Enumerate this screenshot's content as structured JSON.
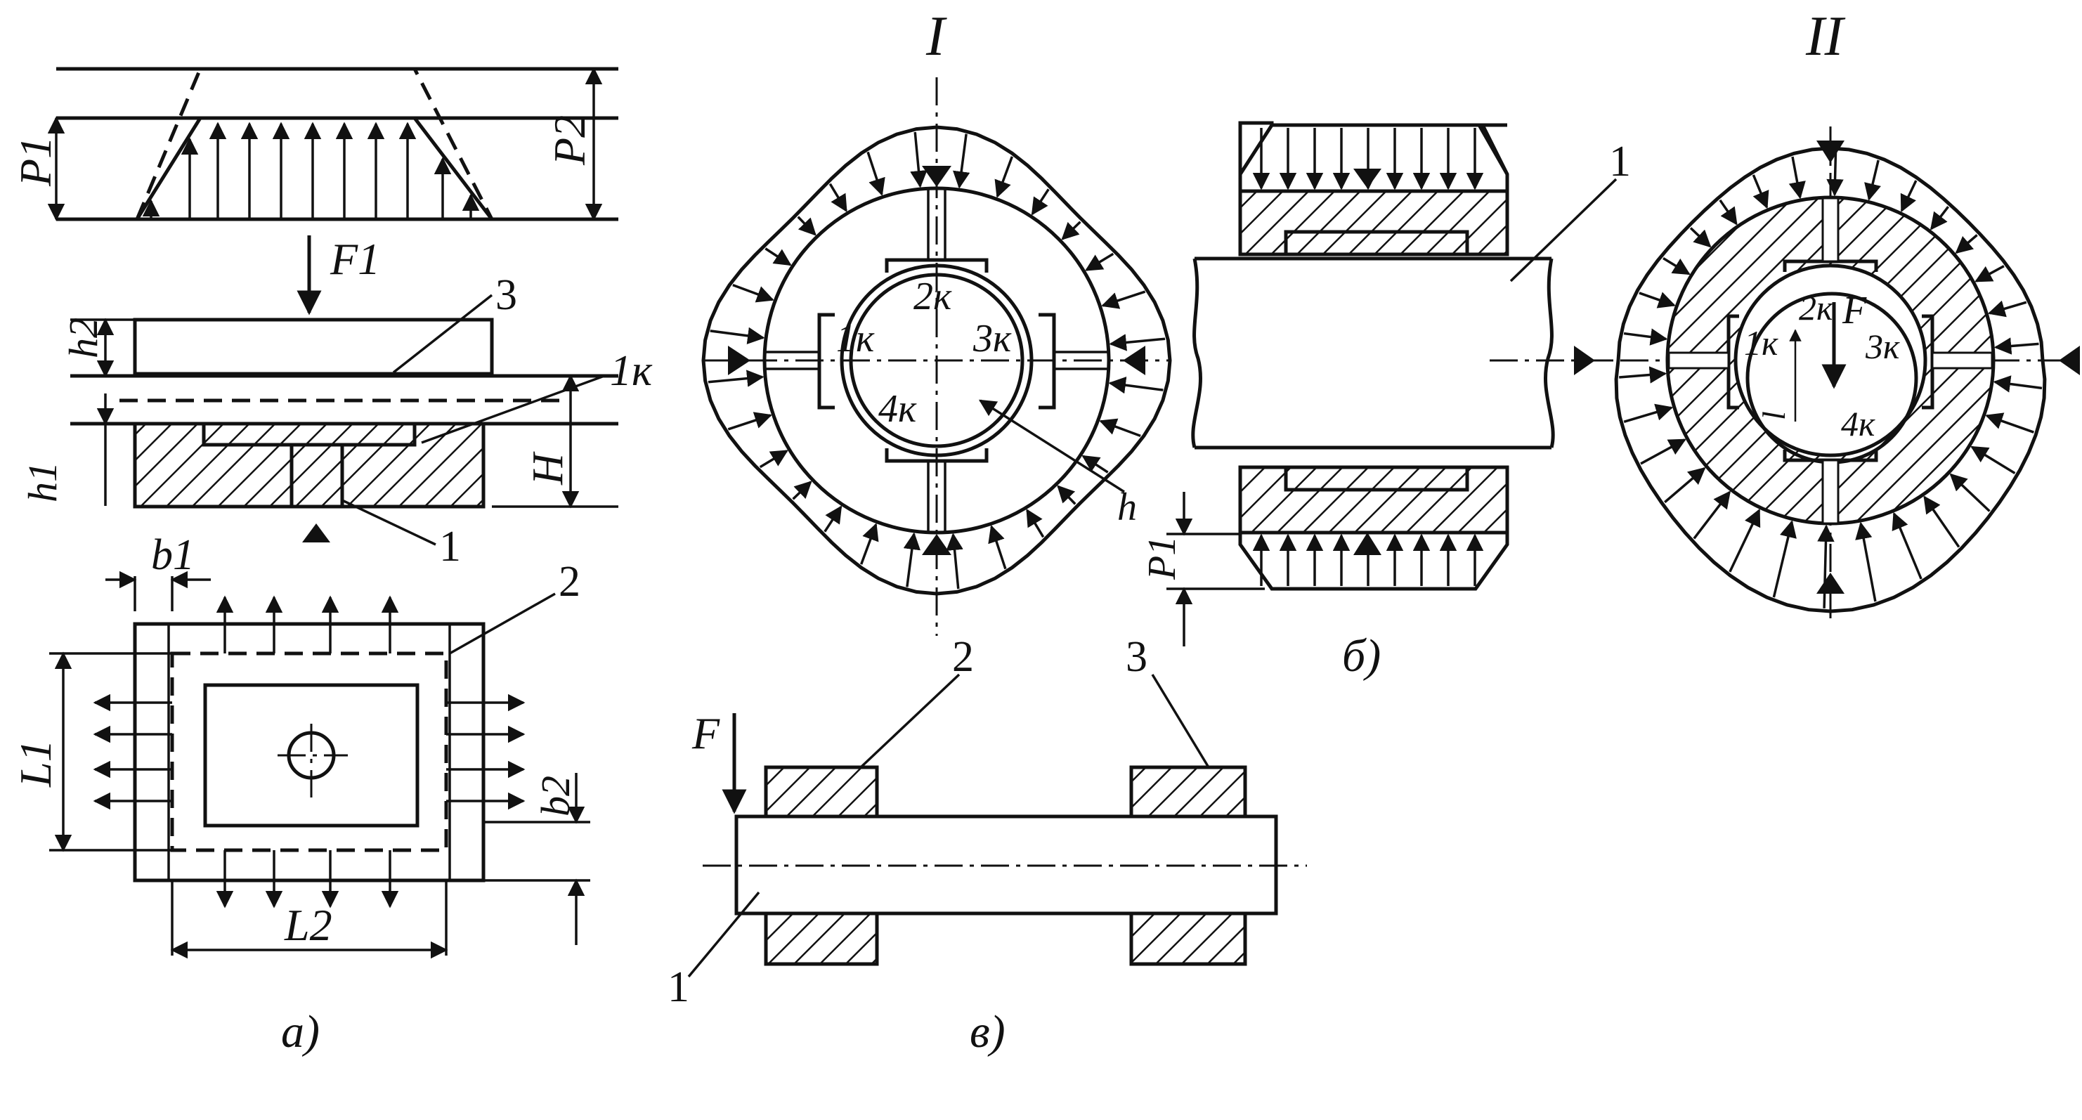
{
  "views": {
    "section_I": "I",
    "section_II": "II",
    "caption_a": "а)",
    "caption_b": "б)",
    "caption_v": "в)"
  },
  "labels_a": {
    "P1": "P1",
    "P2": "P2",
    "F1": "F1",
    "h2": "h2",
    "h1": "h1",
    "H": "H",
    "b1": "b1",
    "b2": "b2",
    "L1": "L1",
    "L2": "L2",
    "pocket": "1к",
    "part1": "1",
    "part2": "2",
    "part3": "3"
  },
  "labels_I": {
    "k1": "1к",
    "k2": "2к",
    "k3": "3к",
    "k4": "4к",
    "h": "h"
  },
  "labels_b": {
    "part1": "1",
    "P1": "P1"
  },
  "labels_II": {
    "k1": "1к",
    "k2": "2к",
    "k3": "3к",
    "k4": "4к",
    "F": "F",
    "e": "l"
  },
  "labels_v": {
    "F": "F",
    "part1": "1",
    "part2": "2",
    "part3": "3"
  }
}
